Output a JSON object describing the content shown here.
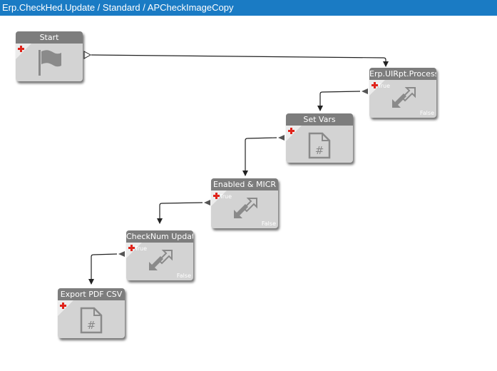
{
  "window": {
    "title": "Erp.CheckHed.Update / Standard / APCheckImageCopy"
  },
  "nodes": {
    "start": {
      "title": "Start",
      "icon": "flag-icon"
    },
    "process": {
      "title": "Erp.UIRpt.ProcessP",
      "true_label": "True",
      "false_label": "False",
      "icon": "condition-arrows-icon"
    },
    "setvars": {
      "title": "Set Vars",
      "icon": "hash-document-icon"
    },
    "enabled": {
      "title": "Enabled & MICR",
      "true_label": "True",
      "false_label": "False",
      "icon": "condition-arrows-icon"
    },
    "checknum": {
      "title": "CheckNum Update",
      "true_label": "True",
      "false_label": "False",
      "icon": "condition-arrows-icon"
    },
    "export": {
      "title": "Export PDF CSV",
      "icon": "hash-document-icon"
    }
  },
  "colors": {
    "titlebar": "#1a7bc4",
    "node_body": "#d3d3d3",
    "node_header": "#7d7d7d",
    "plus": "#e0241b",
    "icon": "#8a8a8a"
  }
}
